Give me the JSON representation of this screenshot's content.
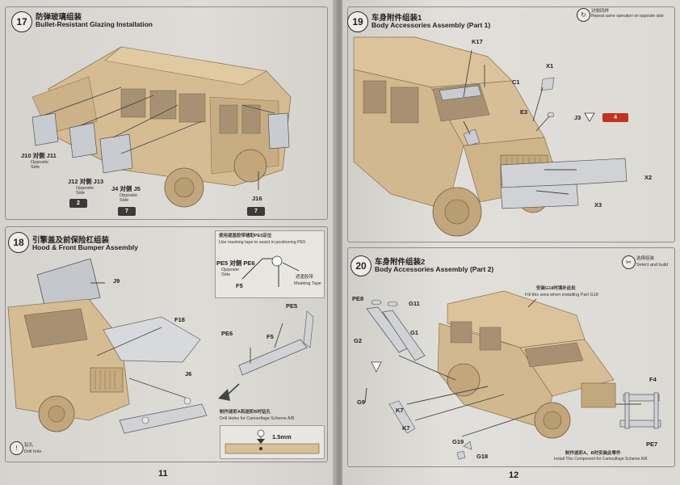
{
  "left_page": {
    "page_number": "11",
    "step17": {
      "number": "17",
      "title_cn": "防弹玻璃组装",
      "title_en": "Bullet-Resistant Glazing Installation",
      "labels": {
        "j10_j11": "J10 对侧 J11",
        "j10_sub": "Opposite\nSide",
        "j12_j13": "J12 对侧 J13",
        "j12_sub": "Opposite\nSide",
        "j4_j5": "J4 对侧 J5",
        "j4_sub": "Opposite\nSide",
        "j16": "J16"
      },
      "chips": [
        "2",
        "7",
        "7"
      ]
    },
    "step18": {
      "number": "18",
      "title_cn": "引擎盖及前保险杠组装",
      "title_en": "Hood & Front Bumper Assembly",
      "inset_title_cn": "使用遮盖胶带辅助PE5定位",
      "inset_title_en": "Use masking tape to assist in positioning PE5",
      "labels": {
        "j9": "J9",
        "f18": "F18",
        "j6": "J6",
        "pe5_pe6": "PE5 对侧 PE6",
        "pe5_sub": "Opposite\nSide",
        "f5_inset": "F5",
        "masking_cn": "遮盖胶带",
        "masking_en": "Masking Tape",
        "pe5": "PE5",
        "pe6": "PE6",
        "f5": "F5"
      },
      "drill_cn": "制作迷彩A和迷彩B时钻孔",
      "drill_en": "Drill Holes for Camouflage Scheme A/B",
      "drill_size": "1.5mm",
      "footer_icon_label": "钻孔",
      "footer_icon_en": "Drill hole"
    }
  },
  "right_page": {
    "page_number": "12",
    "step19": {
      "number": "19",
      "title_cn": "车身附件组装1",
      "title_en": "Body Accessories Assembly (Part 1)",
      "repeat_cn": "对侧同样",
      "repeat_en": "Repeat same operation on opposite side",
      "labels": {
        "k17": "K17",
        "c1": "C1",
        "e3": "E3",
        "x1": "X1",
        "j3": "J3",
        "x2": "X2",
        "x3": "X3"
      },
      "red_chip": "4"
    },
    "step20": {
      "number": "20",
      "title_cn": "车身附件组装2",
      "title_en": "Body Accessories Assembly (Part 2)",
      "select_cn": "选择组装",
      "select_en": "Select and build",
      "note_top_cn": "安装G18时填补此处",
      "note_top_en": "Fill this area when installing Part G18",
      "note_bottom_cn": "制作迷彩A、B时安装此零件",
      "note_bottom_en": "Install This Component for Camouflage Scheme A/B",
      "labels": {
        "pe8": "PE8",
        "g11": "G11",
        "g1": "G1",
        "g2": "G2",
        "g9": "G9",
        "k7a": "K7",
        "k7b": "K7",
        "g19": "G19",
        "g18": "G18",
        "f4": "F4",
        "pe7": "PE7"
      }
    }
  },
  "colors": {
    "paper": "#dddbd6",
    "vehicle": "#d2b88f",
    "vehicle_dark": "#b89c72",
    "glass": "#c9ccd0",
    "red_chip": "#c3311f",
    "dark_chip": "#3c3a38"
  }
}
